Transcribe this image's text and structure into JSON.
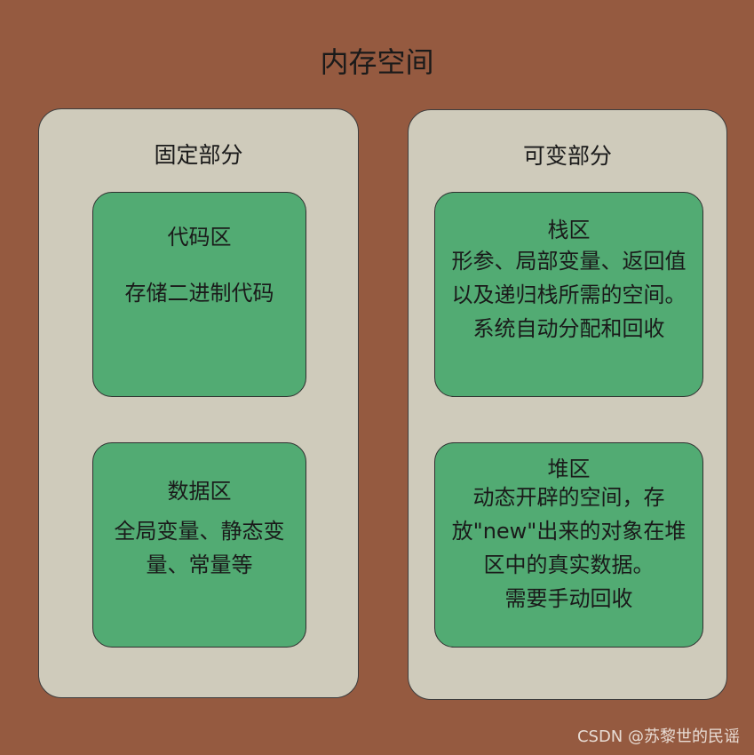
{
  "title": "内存空间",
  "fixed": {
    "title": "固定部分",
    "code_area": {
      "title": "代码区",
      "desc": "存储二进制代码"
    },
    "data_area": {
      "title": "数据区",
      "desc": "全局变量、静态变\n量、常量等"
    }
  },
  "variable": {
    "title": "可变部分",
    "stack_area": {
      "title": "栈区",
      "desc": "形参、局部变量、返回值\n以及递归栈所需的空间。\n系统自动分配和回收"
    },
    "heap_area": {
      "title": "堆区",
      "desc": "动态开辟的空间，存\n放\"new\"出来的对象在堆\n区中的真实数据。\n需要手动回收"
    }
  },
  "watermark": "CSDN @苏黎世的民谣",
  "colors": {
    "background": "#955a40",
    "panel": "#cfcbbb",
    "box": "#52ab73"
  }
}
